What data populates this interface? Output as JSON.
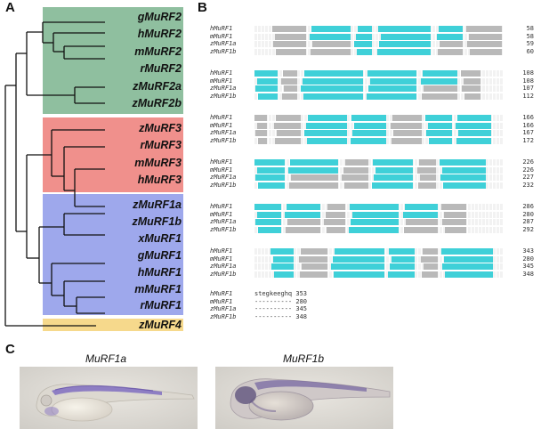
{
  "panels": {
    "a": "A",
    "b": "B",
    "c": "C"
  },
  "tree": {
    "groups": [
      {
        "name": "MuRF2",
        "color": "#8fbf9f",
        "labels": [
          "gMuRF2",
          "hMuRF2",
          "mMuRF2",
          "rMuRF2",
          "zMuRF2a",
          "zMuRF2b"
        ]
      },
      {
        "name": "MuRF3",
        "color": "#f0908c",
        "labels": [
          "zMuRF3",
          "rMuRF3",
          "mMuRF3",
          "hMuRF3"
        ]
      },
      {
        "name": "MuRF1",
        "color": "#9ea8ec",
        "labels": [
          "zMuRF1a",
          "zMuRF1b",
          "xMuRF1",
          "gMuRF1",
          "hMuRF1",
          "mMuRF1",
          "rMuRF1"
        ]
      },
      {
        "name": "MuRF4",
        "color": "#f6d98c",
        "labels": [
          "zMuRF4"
        ]
      }
    ]
  },
  "alignment": {
    "names": [
      "hMuRF1",
      "mMuRF1",
      "zMuRF1a",
      "zMuRF1b"
    ],
    "blocks": [
      {
        "ends": [
          "58",
          "58",
          "59",
          "60"
        ]
      },
      {
        "ends": [
          "108",
          "108",
          "107",
          "112"
        ]
      },
      {
        "ends": [
          "166",
          "166",
          "167",
          "172"
        ]
      },
      {
        "ends": [
          "226",
          "226",
          "227",
          "232"
        ]
      },
      {
        "ends": [
          "286",
          "280",
          "287",
          "292"
        ]
      },
      {
        "ends": [
          "343",
          "280",
          "345",
          "348"
        ]
      },
      {
        "ends": [
          "353",
          "280",
          "345",
          "348"
        ],
        "tails": [
          "stegkeeghq",
          "----------",
          "----------",
          "----------"
        ]
      }
    ]
  },
  "embryos": {
    "left_label": "MuRF1a",
    "right_label": "MuRF1b"
  }
}
